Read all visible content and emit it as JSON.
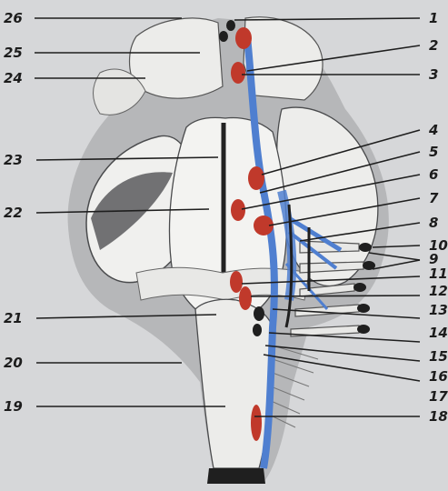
{
  "labels": {
    "left": [
      "26",
      "25",
      "24",
      "23",
      "22",
      "21",
      "20",
      "19"
    ],
    "right": [
      "1",
      "2",
      "3",
      "4",
      "5",
      "6",
      "7",
      "8",
      "10",
      "9",
      "11",
      "12",
      "13",
      "14",
      "15",
      "16",
      "17",
      "18"
    ]
  },
  "colors": {
    "background": "#d8d9db",
    "tissue": "#eeeeec",
    "shadow": "#6b6c6e",
    "nucleus": "#c0392b",
    "tract": "#4f7fd0",
    "leader": "#1e1e1e"
  }
}
